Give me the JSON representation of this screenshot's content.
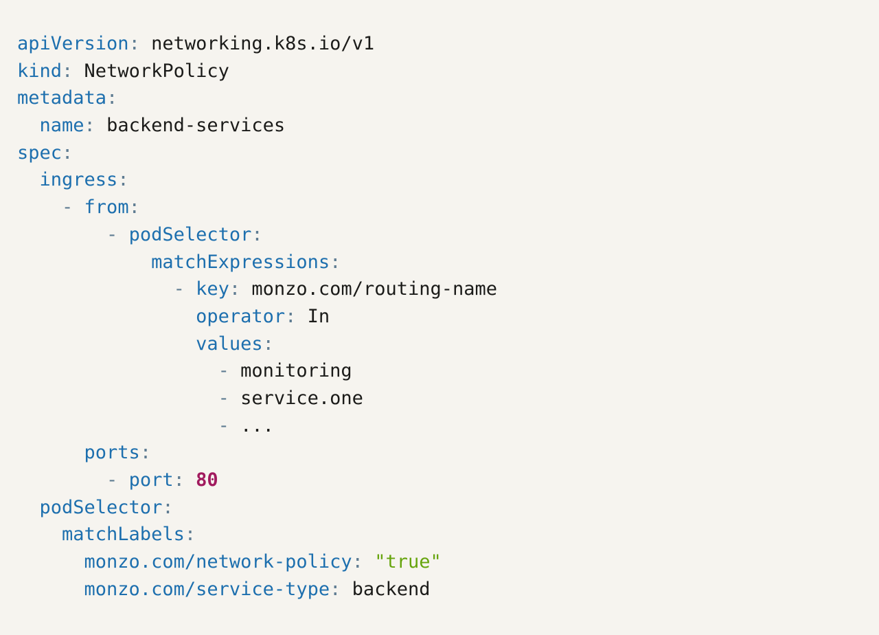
{
  "code_block": {
    "language": "yaml",
    "content_description": "kubernetes-network-policy-manifest",
    "colors": {
      "background": "#f6f4ef",
      "key": "#1d6fae",
      "punctuation": "#5f7c92",
      "value": "#1b1b19",
      "number": "#a11a5e",
      "string": "#66a40d"
    },
    "lines": [
      [
        [
          "k",
          "apiVersion"
        ],
        [
          "p",
          ":"
        ],
        [
          "v",
          " networking.k8s.io/v1"
        ]
      ],
      [
        [
          "k",
          "kind"
        ],
        [
          "p",
          ":"
        ],
        [
          "v",
          " NetworkPolicy"
        ]
      ],
      [
        [
          "k",
          "metadata"
        ],
        [
          "p",
          ":"
        ]
      ],
      [
        [
          "k",
          "  name"
        ],
        [
          "p",
          ":"
        ],
        [
          "v",
          " backend-services"
        ]
      ],
      [
        [
          "k",
          "spec"
        ],
        [
          "p",
          ":"
        ]
      ],
      [
        [
          "k",
          "  ingress"
        ],
        [
          "p",
          ":"
        ]
      ],
      [
        [
          "p",
          "    - "
        ],
        [
          "k",
          "from"
        ],
        [
          "p",
          ":"
        ]
      ],
      [
        [
          "p",
          "        - "
        ],
        [
          "k",
          "podSelector"
        ],
        [
          "p",
          ":"
        ]
      ],
      [
        [
          "k",
          "            matchExpressions"
        ],
        [
          "p",
          ":"
        ]
      ],
      [
        [
          "p",
          "              - "
        ],
        [
          "k",
          "key"
        ],
        [
          "p",
          ":"
        ],
        [
          "v",
          " monzo.com/routing-name"
        ]
      ],
      [
        [
          "k",
          "                operator"
        ],
        [
          "p",
          ":"
        ],
        [
          "v",
          " In"
        ]
      ],
      [
        [
          "k",
          "                values"
        ],
        [
          "p",
          ":"
        ]
      ],
      [
        [
          "p",
          "                  - "
        ],
        [
          "v",
          "monitoring"
        ]
      ],
      [
        [
          "p",
          "                  - "
        ],
        [
          "v",
          "service.one"
        ]
      ],
      [
        [
          "p",
          "                  - "
        ],
        [
          "v",
          "..."
        ]
      ],
      [
        [
          "k",
          "      ports"
        ],
        [
          "p",
          ":"
        ]
      ],
      [
        [
          "p",
          "        - "
        ],
        [
          "k",
          "port"
        ],
        [
          "p",
          ":"
        ],
        [
          "n",
          " 80"
        ]
      ],
      [
        [
          "k",
          "  podSelector"
        ],
        [
          "p",
          ":"
        ]
      ],
      [
        [
          "k",
          "    matchLabels"
        ],
        [
          "p",
          ":"
        ]
      ],
      [
        [
          "k",
          "      monzo.com/network-policy"
        ],
        [
          "p",
          ":"
        ],
        [
          "s",
          " \"true\""
        ]
      ],
      [
        [
          "k",
          "      monzo.com/service-type"
        ],
        [
          "p",
          ":"
        ],
        [
          "v",
          " backend"
        ]
      ]
    ]
  }
}
